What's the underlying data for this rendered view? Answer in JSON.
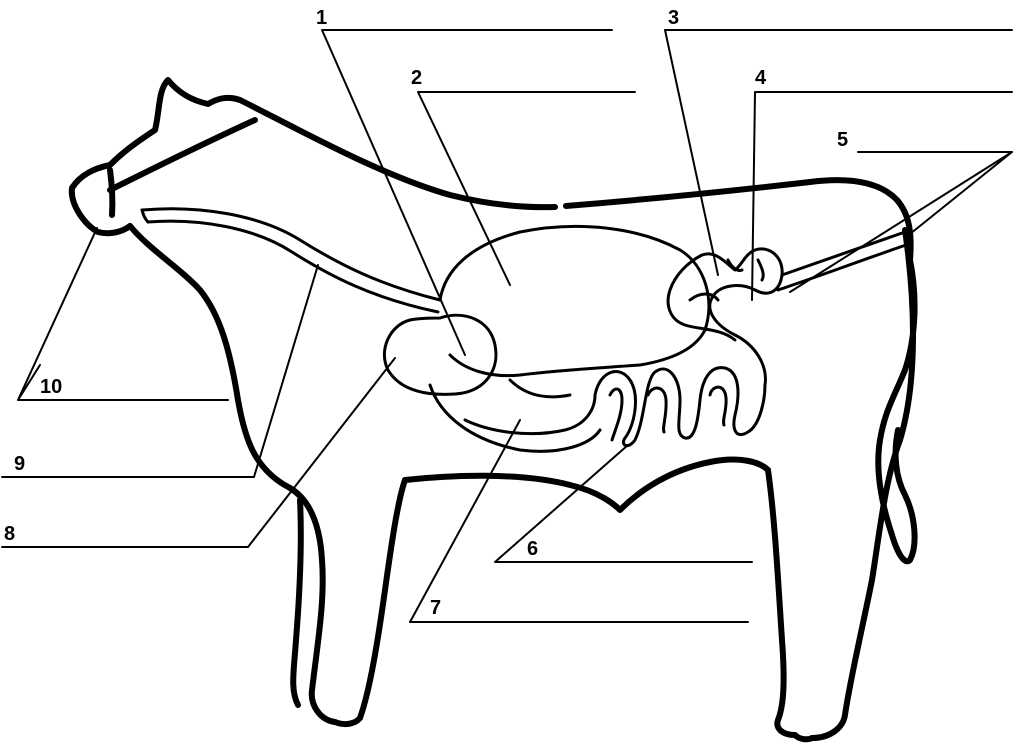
{
  "diagram": {
    "labels": {
      "l1": "1",
      "l2": "2",
      "l3": "3",
      "l4": "4",
      "l5": "5",
      "l6": "6",
      "l7": "7",
      "l8": "8",
      "l9": "9",
      "l10": "10"
    },
    "colors": {
      "stroke": "#000000",
      "background": "#ffffff"
    }
  }
}
